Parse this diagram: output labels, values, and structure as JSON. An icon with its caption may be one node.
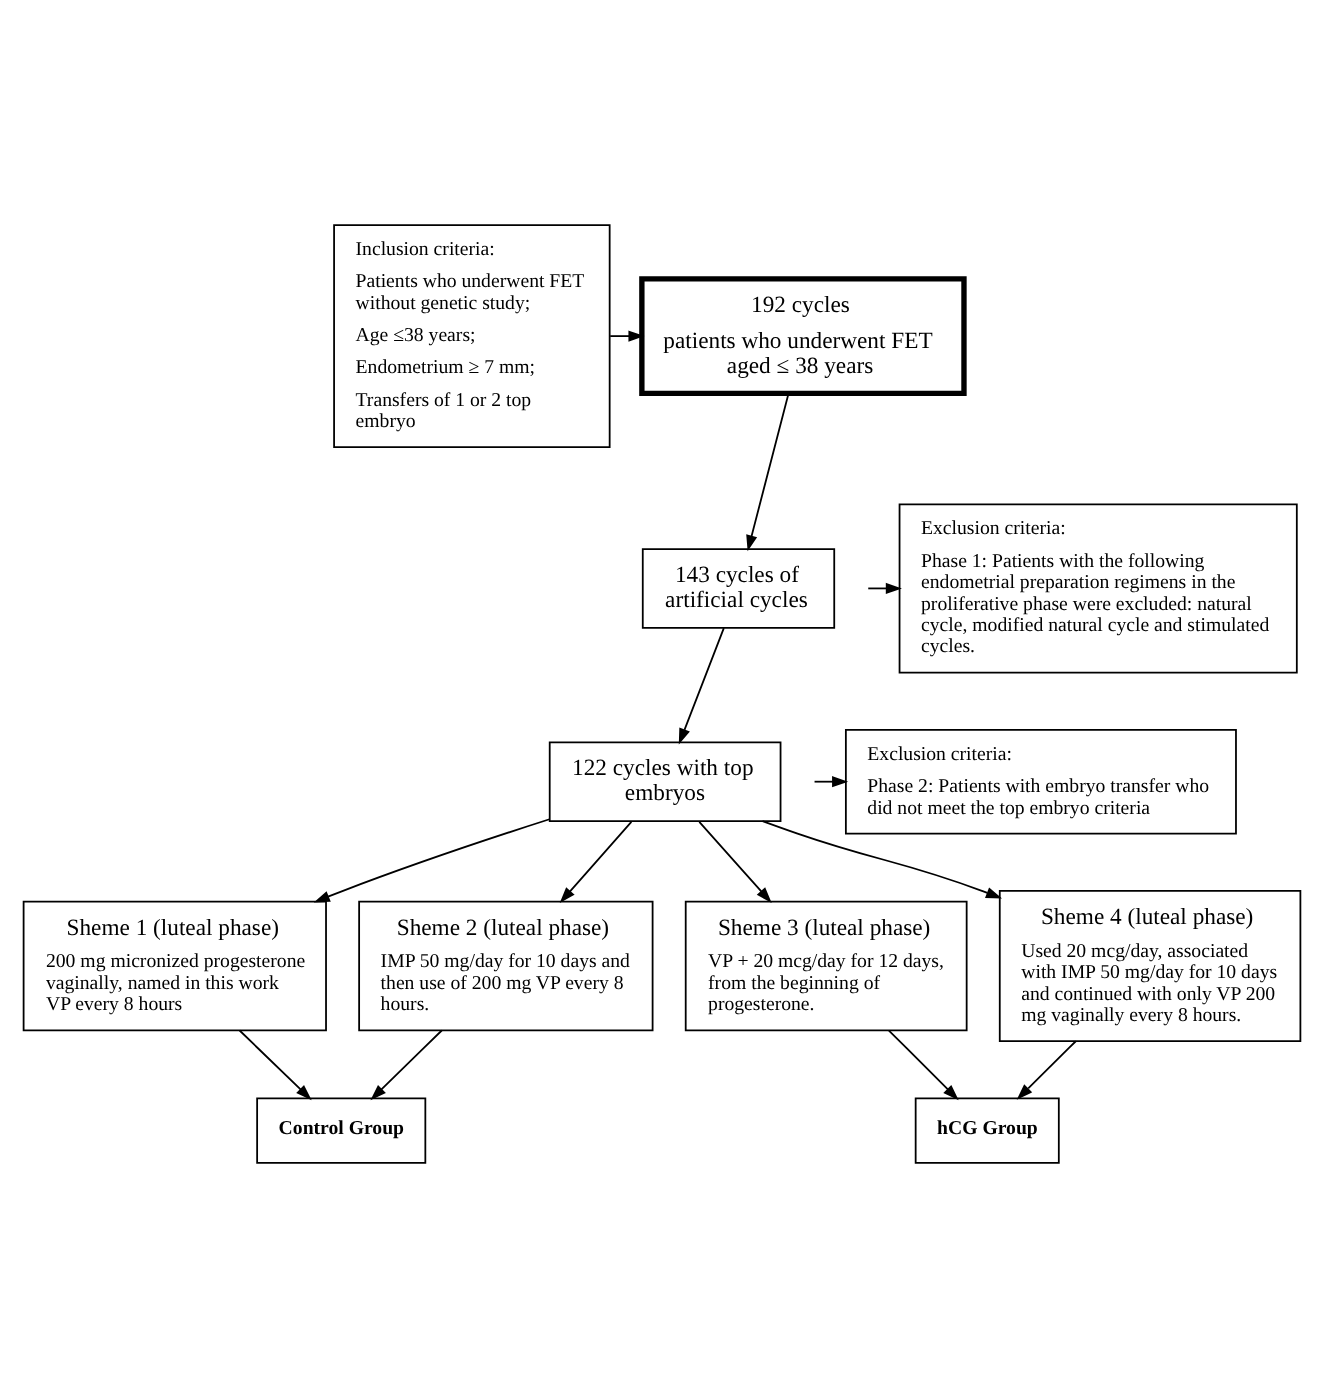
{
  "diagram": {
    "nodes": [
      {
        "text": [
          "Inclusion criteria:",
          "Patients who underwent FET without genetic study;",
          "Age ≤38 years;",
          "Endometrium ≥ 7 mm;",
          "Transfers of 1 or 2 top embryo"
        ]
      },
      {
        "text": [
          "192 cycles",
          "patients who underwent FET aged ≤ 38 years"
        ]
      },
      {
        "text": [
          "Exclusion criteria:",
          "Phase 1: Patients with the following endometrial preparation regimens in the proliferative phase were excluded: natural cycle, modified natural cycle and stimulated cycles."
        ]
      },
      {
        "text": [
          "143 cycles of artificial cycles"
        ]
      },
      {
        "text": [
          "Exclusion criteria:",
          "Phase 2: Patients with embryo transfer who did not meet the top embryo criteria"
        ]
      },
      {
        "text": [
          "122 cycles with top embryos"
        ]
      },
      {
        "text": [
          "Sheme 1 (luteal phase)",
          "200 mg micronized progesterone vaginally, named in this work VP every 8 hours"
        ]
      },
      {
        "text": [
          "Sheme 2 (luteal phase)",
          "IMP 50 mg/day for 10 days and then use of 200 mg VP every 8 hours."
        ]
      },
      {
        "text": [
          "Sheme 3 (luteal phase)",
          "VP + 20 mcg/day for 12 days, from the beginning of progesterone."
        ]
      },
      {
        "text": [
          "Sheme 4 (luteal phase)",
          "Used 20 mcg/day, associated with IMP 50 mg/day for 10 days and continued with only VP 200 mg vaginally every 8 hours."
        ]
      },
      {
        "text": [
          "Control Group"
        ]
      },
      {
        "text": [
          "hCG Group"
        ]
      }
    ],
    "edges": [
      {
        "from": 0,
        "to": 1,
        "arrow": "to"
      },
      {
        "from": 1,
        "to": 3,
        "arrow": "to"
      },
      {
        "from": null,
        "to": 2,
        "arrow": "to"
      },
      {
        "from": 3,
        "to": 5,
        "arrow": "to"
      },
      {
        "from": null,
        "to": 4,
        "arrow": "to"
      },
      {
        "from": 5,
        "to": 6,
        "arrow": "to"
      },
      {
        "from": 5,
        "to": 7,
        "arrow": "to"
      },
      {
        "from": 5,
        "to": 8,
        "arrow": "to"
      },
      {
        "from": 5,
        "to": 9,
        "arrow": "to"
      },
      {
        "from": 6,
        "to": 10,
        "arrow": "to"
      },
      {
        "from": 7,
        "to": 10,
        "arrow": "to"
      },
      {
        "from": 8,
        "to": 11,
        "arrow": "to"
      },
      {
        "from": 9,
        "to": 11,
        "arrow": "to"
      }
    ]
  }
}
